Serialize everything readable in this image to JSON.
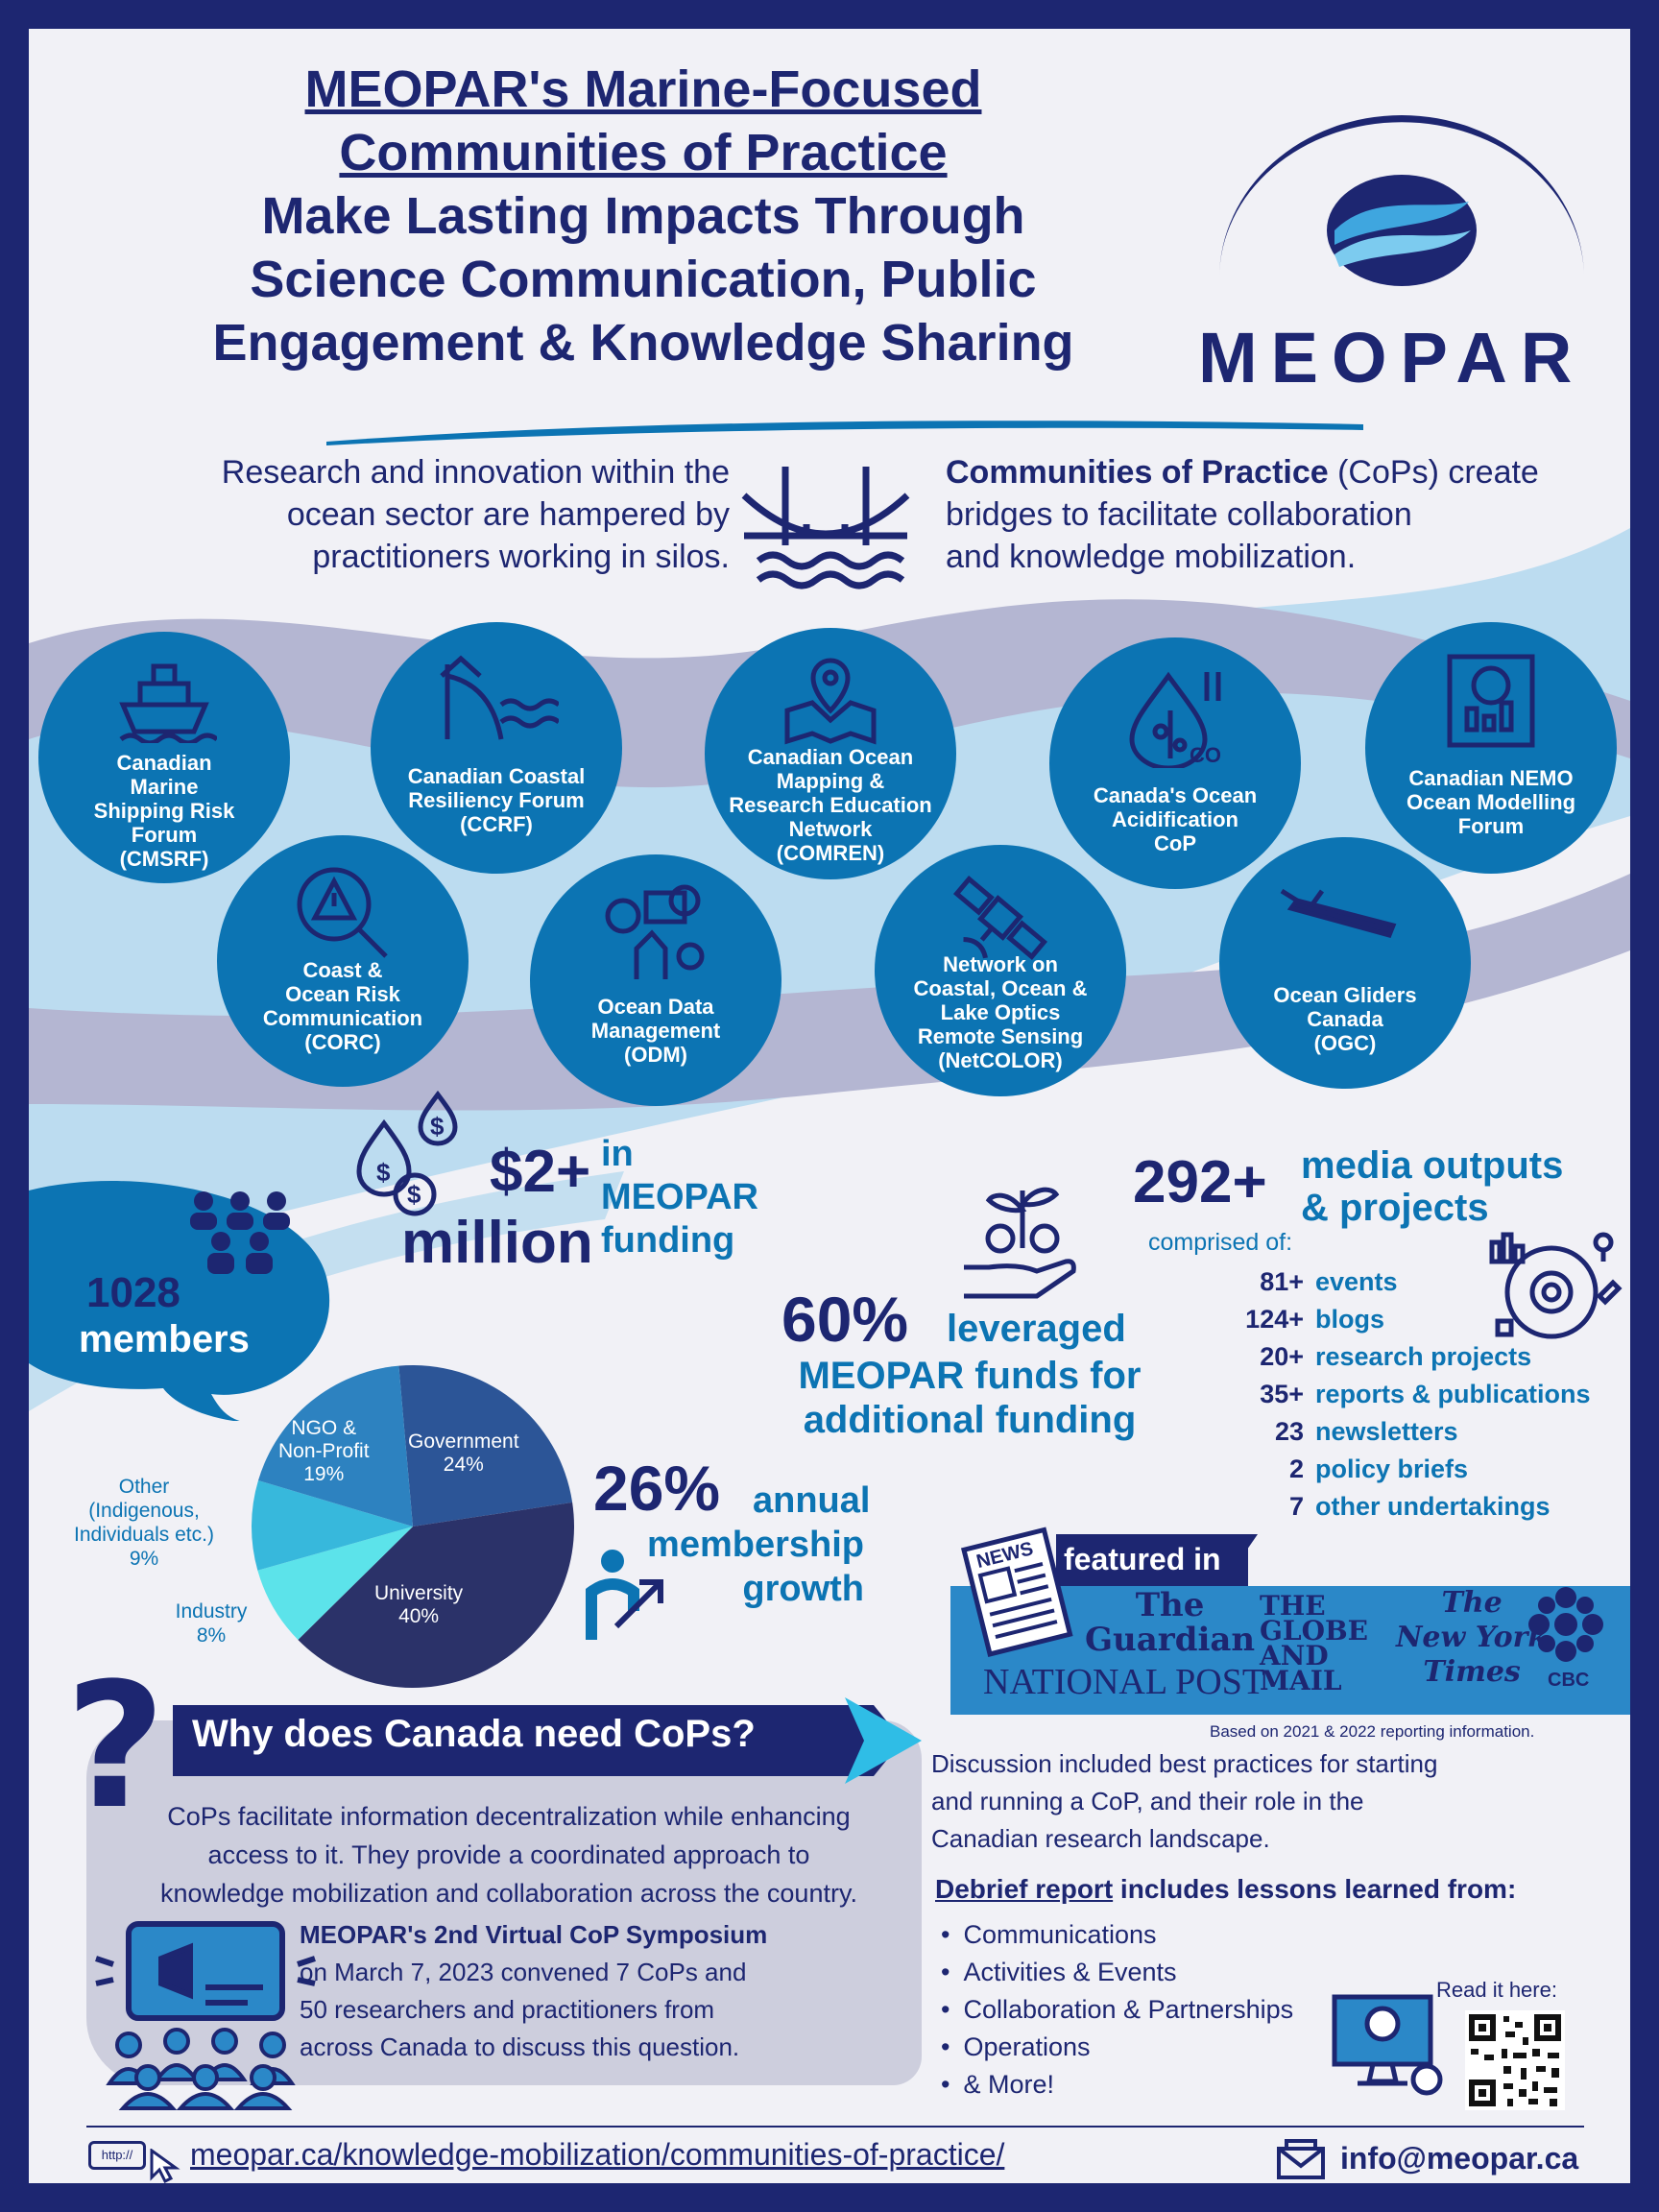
{
  "header": {
    "title_line1": "MEOPAR's Marine-Focused",
    "title_line2": "Communities of Practice",
    "title_line3": "Make Lasting Impacts Through",
    "title_line4": "Science Communication, Public",
    "title_line5": "Engagement & Knowledge Sharing",
    "logo_text": "MEOPAR"
  },
  "intro": {
    "left": [
      "Research and innovation within the",
      "ocean sector are hampered by",
      "practitioners working in silos."
    ],
    "right_bold": "Communities of Practice",
    "right_rest1": " (CoPs) create",
    "right_line2": "bridges to facilitate collaboration",
    "right_line3": "and knowledge mobilization."
  },
  "cops": [
    {
      "lines": [
        "Canadian",
        "Marine",
        "Shipping Risk",
        "Forum",
        "(CMSRF)"
      ],
      "icon": "ship-icon"
    },
    {
      "lines": [
        "Canadian Coastal",
        "Resiliency Forum",
        "(CCRF)"
      ],
      "icon": "coastal-house-icon"
    },
    {
      "lines": [
        "Canadian Ocean",
        "Mapping &",
        "Research Education",
        "Network",
        "(COMREN)"
      ],
      "icon": "map-pin-icon"
    },
    {
      "lines": [
        "Canada's Ocean",
        "Acidification",
        "CoP"
      ],
      "icon": "acid-drop-icon"
    },
    {
      "lines": [
        "Canadian NEMO",
        "Ocean Modelling",
        "Forum"
      ],
      "icon": "modelling-icon"
    },
    {
      "lines": [
        "Coast &",
        "Ocean Risk",
        "Communication",
        "(CORC)"
      ],
      "icon": "risk-magnifier-icon"
    },
    {
      "lines": [
        "Ocean Data",
        "Management",
        "(ODM)"
      ],
      "icon": "data-hand-icon"
    },
    {
      "lines": [
        "Network on",
        "Coastal, Ocean &",
        "Lake Optics",
        "Remote Sensing",
        "(NetCOLOR)"
      ],
      "icon": "satellite-icon"
    },
    {
      "lines": [
        "Ocean Gliders",
        "Canada",
        "(OGC)"
      ],
      "icon": "glider-icon"
    }
  ],
  "funding": {
    "amount": "$2+",
    "unit": "million",
    "desc1": "in",
    "desc2": "MEOPAR",
    "desc3": "funding"
  },
  "members": {
    "count": "1028",
    "label": "members"
  },
  "leverage": {
    "pct": "60%",
    "line1": "leveraged",
    "line2": "MEOPAR funds for",
    "line3": "additional funding"
  },
  "growth": {
    "pct": "26%",
    "line1": "annual",
    "line2": "membership",
    "line3": "growth"
  },
  "media": {
    "count": "292+",
    "line1": "media outputs",
    "line2": "& projects",
    "comprised": "comprised of:",
    "items": [
      {
        "n": "81+",
        "t": "events"
      },
      {
        "n": "124+",
        "t": "blogs"
      },
      {
        "n": "20+",
        "t": "research projects"
      },
      {
        "n": "35+",
        "t": "reports & publications"
      },
      {
        "n": "23",
        "t": "newsletters"
      },
      {
        "n": "2",
        "t": "policy briefs"
      },
      {
        "n": "7",
        "t": "other undertakings"
      }
    ]
  },
  "featured": {
    "label": "featured in",
    "news_word": "NEWS",
    "outlets": {
      "guardian1": "The",
      "guardian2": "Guardian",
      "globe1": "THE",
      "globe2": "GLOBE",
      "globe3": "AND",
      "globe4": "MAIL",
      "nyt1": "The",
      "nyt2": "New York",
      "nyt3": "Times",
      "natpost": "NATIONAL POST",
      "cbc": "CBC"
    },
    "note": "Based on 2021 & 2022 reporting information."
  },
  "chart_data": {
    "type": "pie",
    "title": "",
    "slices": [
      {
        "label": "Government",
        "value": 24,
        "color": "#2c5597"
      },
      {
        "label": "University",
        "value": 40,
        "color": "#2b3269"
      },
      {
        "label": "Industry",
        "value": 8,
        "color": "#5ce3ea"
      },
      {
        "label": "Other (Indigenous, Individuals etc.)",
        "value": 9,
        "color": "#37b8dc"
      },
      {
        "label": "NGO & Non-Profit",
        "value": 19,
        "color": "#2d82c0"
      }
    ],
    "text_labels": {
      "gov_name": "Government",
      "gov_pct": "24%",
      "uni_name": "University",
      "uni_pct": "40%",
      "ngo1": "NGO &",
      "ngo2": "Non-Profit",
      "ngo_pct": "19%",
      "other1": "Other",
      "other2": "(Indigenous,",
      "other3": "Individuals etc.)",
      "other_pct": "9%",
      "ind_name": "Industry",
      "ind_pct": "8%"
    }
  },
  "why": {
    "question": "Why does Canada need CoPs?",
    "body": [
      "CoPs facilitate information decentralization while enhancing",
      "access to it. They provide a coordinated approach to",
      "knowledge mobilization and collaboration across the country."
    ],
    "symposium_bold": "MEOPAR's 2nd Virtual CoP Symposium",
    "symposium": [
      "on March 7, 2023 convened 7 CoPs and",
      "50 researchers and practitioners from",
      "across Canada to discuss this question."
    ]
  },
  "debrief": {
    "discussion": [
      "Discussion included best practices for starting",
      "and running a CoP, and their role in the",
      "Canadian research landscape."
    ],
    "report_link": "Debrief report",
    "report_rest": " includes lessons learned from:",
    "bullets": [
      "Communications",
      "Activities & Events",
      "Collaboration & Partnerships",
      "Operations",
      "& More!"
    ],
    "read_here": "Read it here:"
  },
  "footer": {
    "url_icon_text": "http://",
    "url": "meopar.ca/knowledge-mobilization/communities-of-practice/",
    "email": "info@meopar.ca"
  },
  "colors": {
    "navy": "#1d2671",
    "blue": "#0c74b3",
    "light_wave": "#c4dff0",
    "grey_wave": "#b4b6d2"
  }
}
